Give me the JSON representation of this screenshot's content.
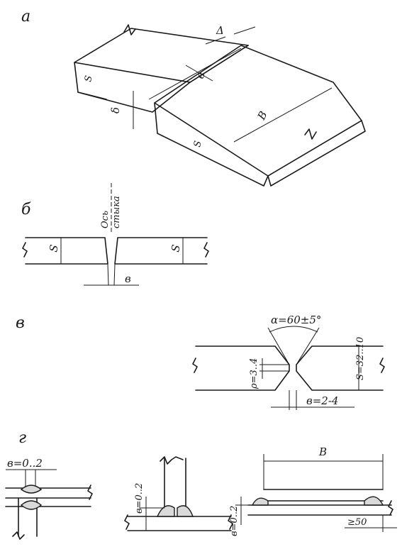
{
  "panels": {
    "a": {
      "label": "а",
      "dims": {
        "gap": "Δ",
        "gap_b": "в",
        "width": "В",
        "thick_top": "S",
        "thick_bottom": "S",
        "offset": "δ"
      }
    },
    "b": {
      "label": "б",
      "axis_line1": "Ось",
      "axis_line2": "стыка",
      "dims": {
        "thick_left": "S",
        "thick_right": "S",
        "gap": "в"
      }
    },
    "v": {
      "label": "в",
      "angle": "α=60±5°",
      "root": "ρ=3..4",
      "thickness": "S=32..10",
      "gap": "в=2-4"
    },
    "g": {
      "label": "г",
      "left_gap": "в=0..2",
      "mid_gap": "в=0..2",
      "right_gap": "в=0..2",
      "right_width": "В",
      "overlap": "≥50"
    }
  }
}
